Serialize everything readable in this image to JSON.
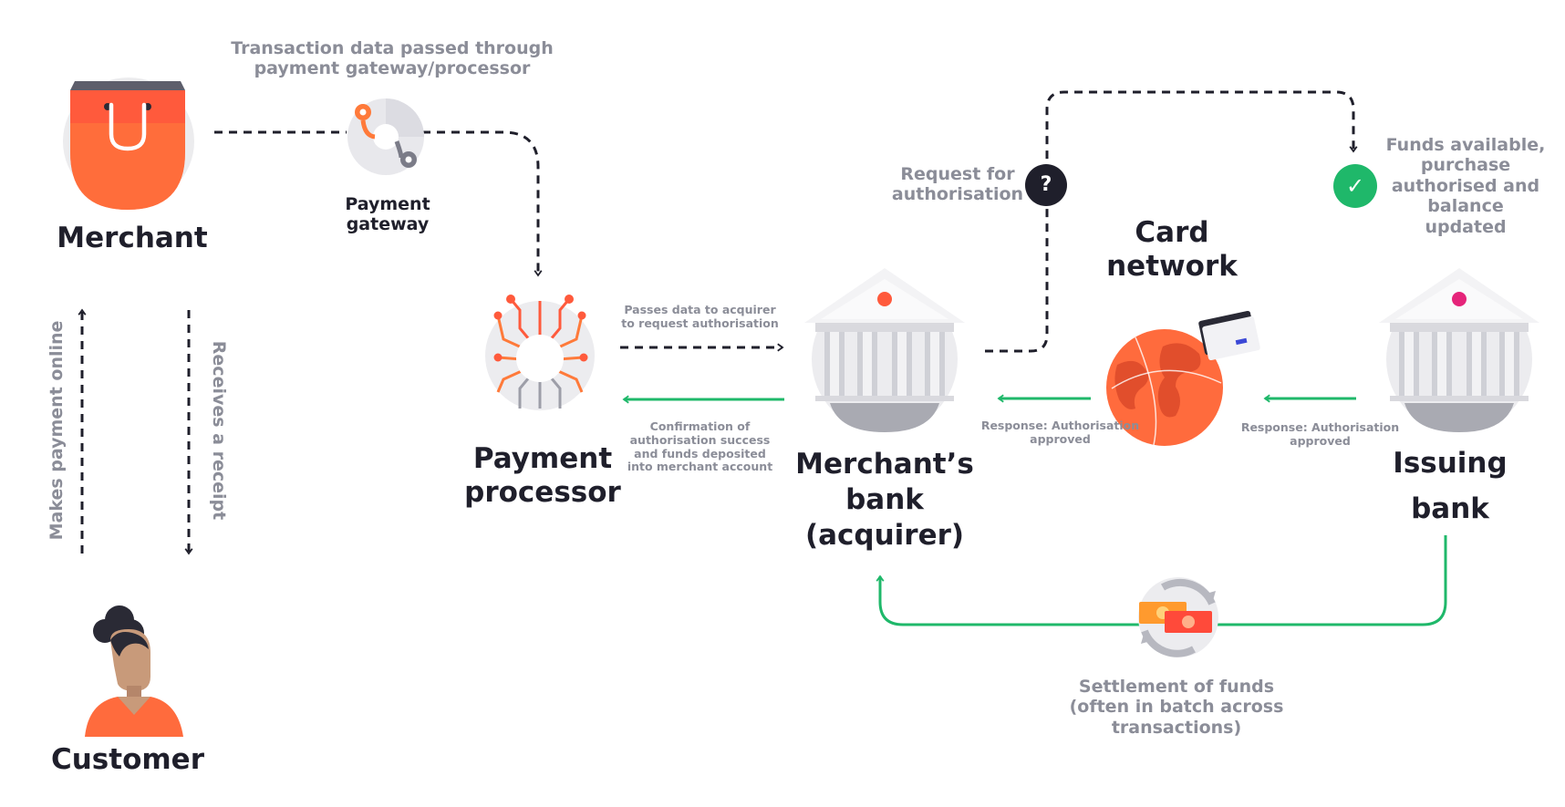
{
  "nodes": {
    "merchant": "Merchant",
    "customer": "Customer",
    "payment_gateway": "Payment\ngateway",
    "payment_processor": "Payment\nprocessor",
    "merchants_bank": "Merchant’s\nbank\n(acquirer)",
    "card_network": "Card\nnetwork",
    "issuing_bank_1": "Issuing",
    "issuing_bank_2": "bank"
  },
  "edges": {
    "transaction_data": "Transaction data passed through\npayment gateway/processor",
    "makes_payment": "Makes payment online",
    "receives_receipt": "Receives a receipt",
    "passes_data": "Passes data to acquirer\nto request authorisation",
    "confirmation": "Confirmation of\nauthorisation success\nand funds deposited\ninto merchant account",
    "request_auth": "Request for\nauthorisation",
    "funds_available": "Funds available,\npurchase\nauthorised and\nbalance\nupdated",
    "response_network": "Response: Authorisation\napproved",
    "response_issuer": "Response: Authorisation\napproved",
    "settlement": "Settlement of funds\n(often in batch across\ntransactions)"
  },
  "badges": {
    "question": "?",
    "check": "✓"
  },
  "colors": {
    "accent_orange": "#ff6b3d",
    "accent_red": "#ff4a4a",
    "flow_green": "#1fb86a",
    "dark": "#1f1f2b",
    "gray_text": "#8b8d98",
    "issuer_dot": "#e5247a"
  }
}
